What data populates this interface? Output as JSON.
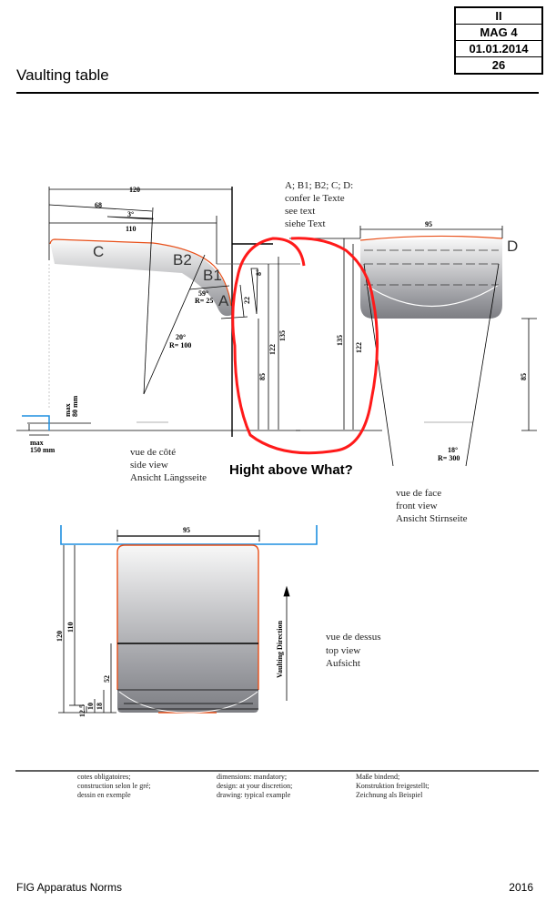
{
  "header": {
    "code": "II",
    "section": "MAG 4",
    "date": "01.01.2014",
    "page": "26"
  },
  "title": "Vaulting table",
  "side_view": {
    "dims": {
      "d120": "120",
      "d68": "68",
      "d3deg": "3°",
      "d110": "110",
      "d8deg": "8°",
      "d22": "22",
      "d59": "59°",
      "r25": "R= 25",
      "d20": "20°",
      "r100": "R= 100",
      "d85": "85",
      "d122": "122",
      "d135": "135",
      "max80_a": "max",
      "max80_b": "80  mm",
      "max150_a": "max",
      "max150_b": "150  mm"
    },
    "zones": {
      "c": "C",
      "b2": "B2",
      "b1": "B1",
      "a": "A"
    },
    "caption": [
      "vue de côté",
      "side view",
      "Ansicht Längsseite"
    ]
  },
  "legend_note": [
    "A; B1; B2; C; D:",
    "confer le Texte",
    "see text",
    "siehe Text"
  ],
  "annotation": "Hight above What?",
  "front_view": {
    "dims": {
      "d95": "95",
      "d135": "135",
      "d122": "122",
      "d85": "85",
      "d18": "18°",
      "r300": "R= 300"
    },
    "zone_d": "D",
    "caption": [
      "vue de face",
      "front view",
      "Ansicht Stirnseite"
    ]
  },
  "top_view": {
    "dims": {
      "d95": "95",
      "d120": "120",
      "d110": "110",
      "d52": "52",
      "d12_5": "12.5",
      "d10": "10",
      "d18": "18"
    },
    "direction": "Vaulting Direction",
    "caption": [
      "vue de dessus",
      "top view",
      "Aufsicht"
    ]
  },
  "notes": {
    "fr": [
      "cotes obligatoires;",
      "construction selon le gré;",
      "dessin en exemple"
    ],
    "en": [
      "dimensions: mandatory;",
      "design: at your discretion;",
      "drawing: typical example"
    ],
    "de": [
      "Maße bindend;",
      "Konstruktion freigestellt;",
      "Zeichnung als Beispiel"
    ]
  },
  "footer": {
    "left": "FIG Apparatus Norms",
    "right": "2016"
  },
  "colors": {
    "orange": "#e8501a",
    "blue": "#1e8fe0",
    "red": "#ff1a1a"
  }
}
